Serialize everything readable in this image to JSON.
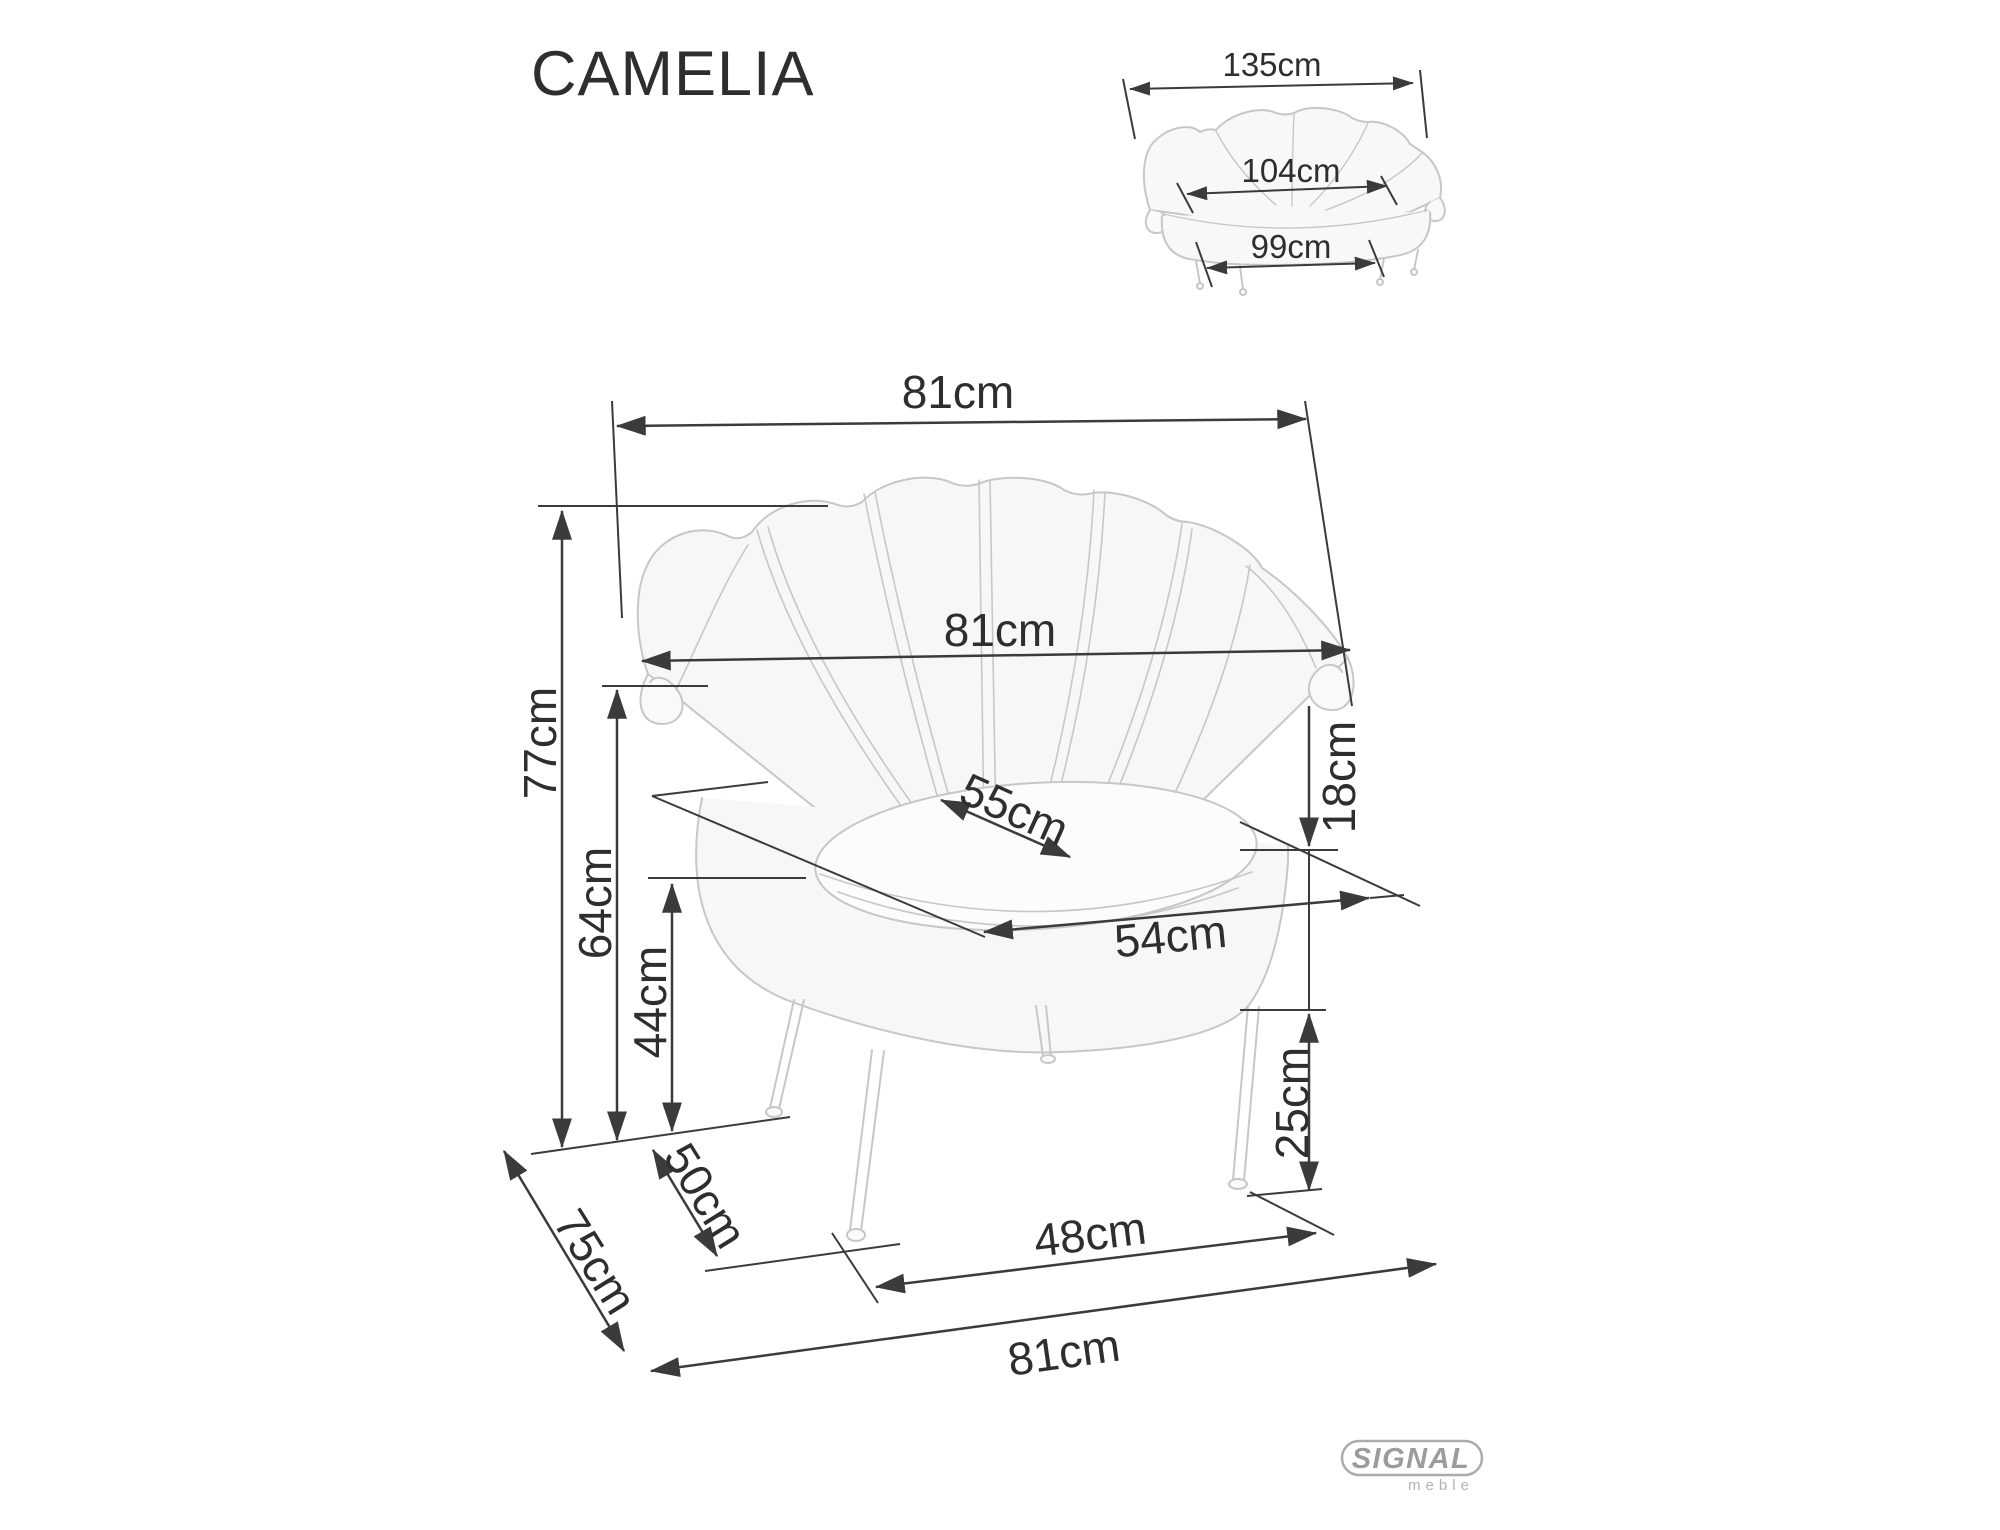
{
  "title": "CAMELIA",
  "front_view": {
    "overall_width_top": "81cm",
    "backrest_width": "81cm",
    "overall_height": "77cm",
    "armrest_height": "64cm",
    "seat_front_height": "44cm",
    "seat_cushion_diagonal": "55cm",
    "backrest_above_seat_height": "18cm",
    "seat_width": "54cm",
    "leg_height": "25cm",
    "seat_depth": "50cm",
    "overall_depth": "75cm",
    "front_leg_spacing": "48cm",
    "overall_width_bottom": "81cm"
  },
  "sofa_view": {
    "overall_width": "135cm",
    "seat_width": "104cm",
    "leg_spacing_width": "99cm"
  },
  "brand": {
    "logo_text": "SIGNAL",
    "logo_subtext": "meble"
  },
  "colors": {
    "background": "#ffffff",
    "dimension_line": "#3b3b3b",
    "label_text": "#2e2e2e",
    "chair_outline": "#c7c7c7",
    "chair_fill": "#f7f7f7",
    "cushion_fill": "#fcfcfc",
    "logo_gray": "#9c9c9c"
  }
}
